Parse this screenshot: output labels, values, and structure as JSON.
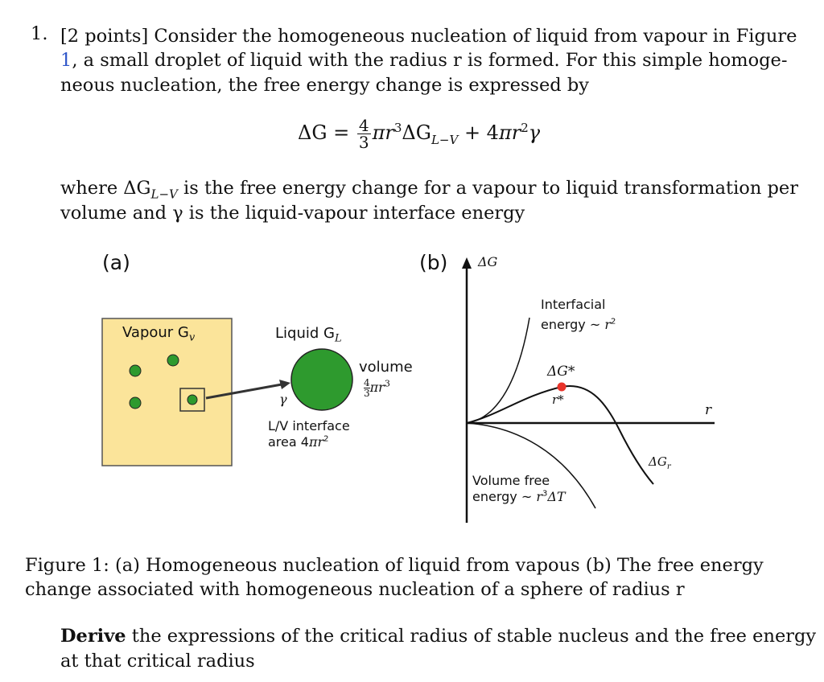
{
  "problem": {
    "number": "1.",
    "intro_line1": "[2 points] Consider the homogeneous nucleation of liquid from vapour in Figure",
    "intro_ref": "1",
    "intro_line2_rest": ", a small droplet of liquid with the radius r is formed. For this simple homoge-",
    "intro_line3": "neous nucleation, the free energy change is expressed by",
    "equation": "ΔG = 4/3 πr³ΔG_{L−V} + 4πr²γ",
    "where_line1": "where ΔG_{L−V} is the free energy change for a vapour to liquid transformation per",
    "where_line2": "volume and γ is the liquid-vapour interface energy",
    "task_bold": "Derive",
    "task_line1_rest": "the expressions of the critical radius of stable nucleus and the free energy",
    "task_line2": "at that critical radius"
  },
  "figure": {
    "panel_a_label": "(a)",
    "panel_b_label": "(b)",
    "vapour_label": "Vapour G",
    "vapour_sub": "v",
    "liquid_label": "Liquid G",
    "liquid_sub": "L",
    "volume_label": "volume",
    "volume_expr": "4/3 πr³",
    "gamma": "γ",
    "interface_line1": "L/V interface",
    "interface_line2": "area 4πr²",
    "y_axis_label": "ΔG",
    "x_axis_label": "r",
    "interfacial_line1": "Interfacial",
    "interfacial_line2": "energy ~ r²",
    "critical_energy": "ΔG*",
    "critical_radius": "r*",
    "volume_free_line1": "Volume free",
    "volume_free_line2": "energy ~ r³ΔT",
    "delta_gr": "ΔG",
    "delta_gr_sub": "r",
    "colors": {
      "vapour_box": "#fbe49a",
      "droplet": "#2e9a2e",
      "critical_point": "#e8332a"
    }
  },
  "caption": {
    "line1": "Figure 1: (a) Homogeneous nucleation of liquid from vapous (b) The free energy",
    "line2": "change associated with homogeneous nucleation of a sphere of radius r"
  }
}
